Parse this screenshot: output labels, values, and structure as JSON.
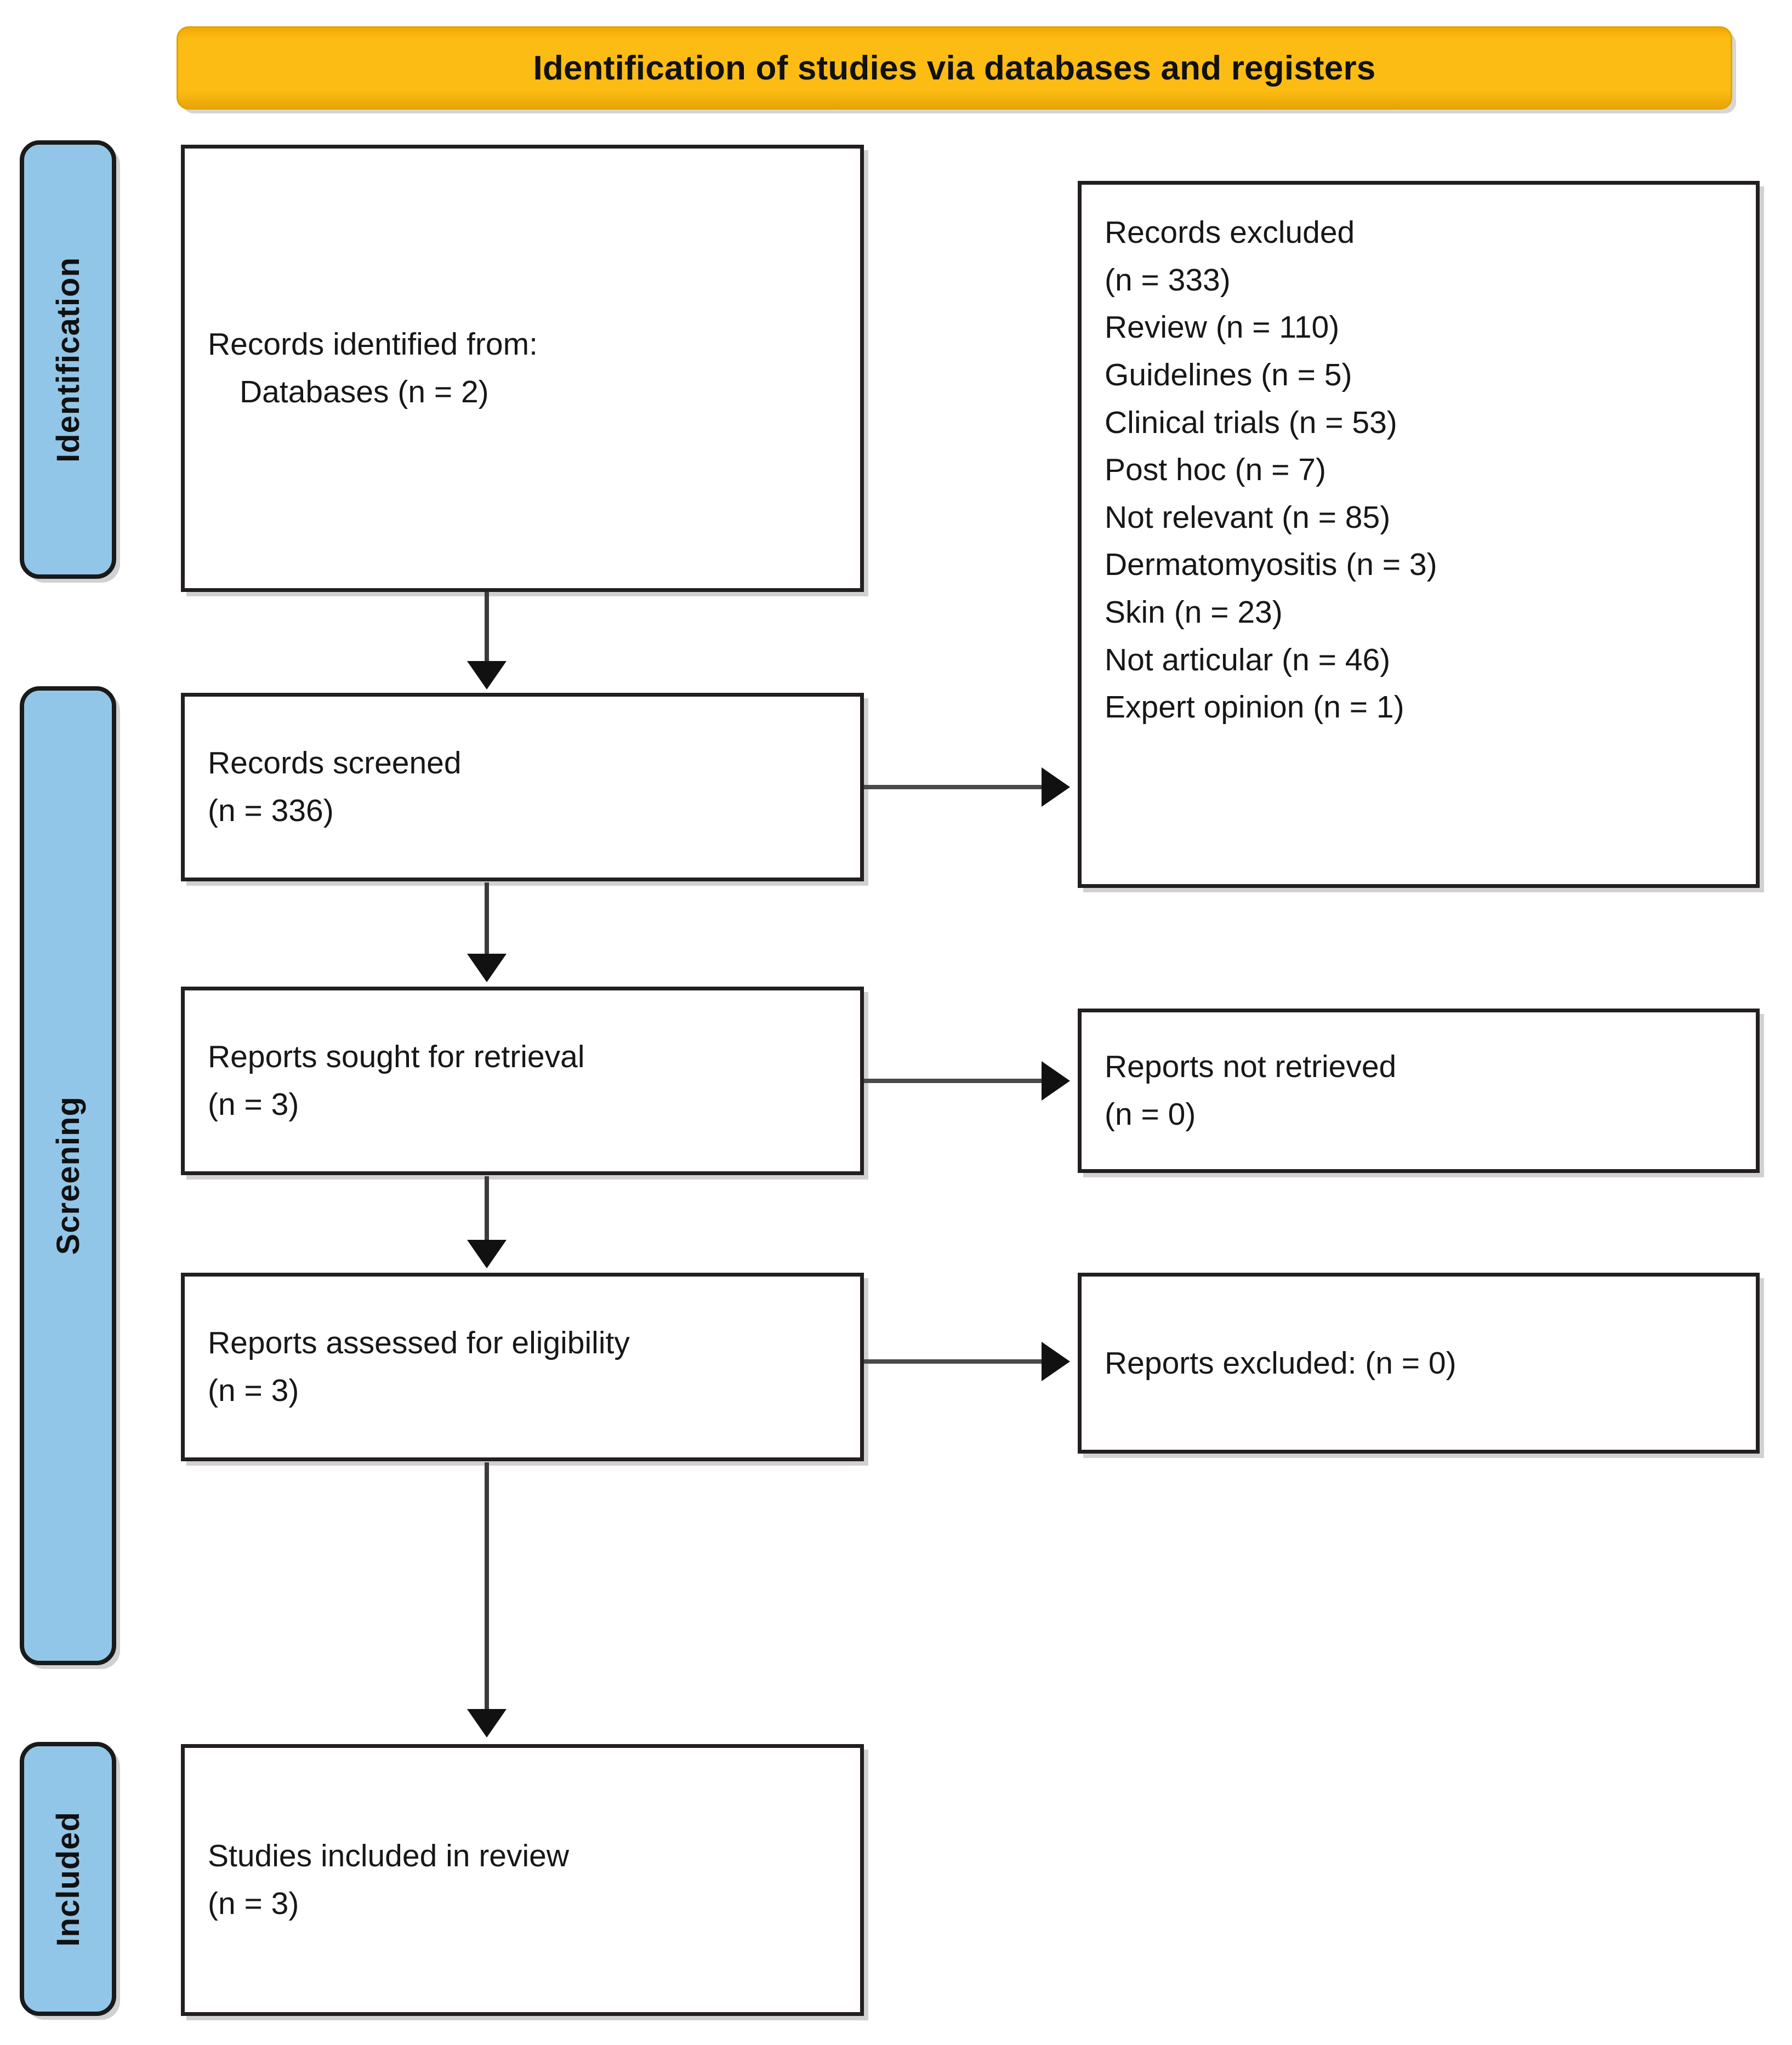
{
  "diagram": {
    "type": "prisma-flow-diagram",
    "header": {
      "title": "Identification of studies via databases and registers",
      "color": "#FBBC14"
    },
    "stages": [
      {
        "key": "identification",
        "label": "Identification",
        "color": "#92C6E8"
      },
      {
        "key": "screening",
        "label": "Screening",
        "color": "#92C6E8"
      },
      {
        "key": "included",
        "label": "Included",
        "color": "#92C6E8"
      }
    ],
    "boxes": {
      "records_identified": {
        "line1": "Records identified from:",
        "line2": "Databases (n = 2)"
      },
      "records_excluded": {
        "line1": "Records excluded",
        "line2": "(n = 333)",
        "reasons": [
          "Review (n = 110)",
          "Guidelines (n = 5)",
          "Clinical trials (n = 53)",
          "Post hoc (n = 7)",
          "Not relevant (n = 85)",
          "Dermatomyositis (n = 3)",
          "Skin (n = 23)",
          "Not articular (n = 46)",
          "Expert opinion (n = 1)"
        ]
      },
      "records_screened": {
        "line1": "Records screened",
        "line2": "(n = 336)"
      },
      "reports_sought": {
        "line1": "Reports sought for retrieval",
        "line2": "(n = 3)"
      },
      "reports_not_retrieved": {
        "line1": "Reports not retrieved",
        "line2": "(n = 0)"
      },
      "reports_assessed": {
        "line1": "Reports assessed for eligibility",
        "line2": "(n = 3)"
      },
      "reports_excluded": {
        "line1": "Reports excluded: (n = 0)"
      },
      "studies_included": {
        "line1": "Studies included in review",
        "line2": "(n = 3)"
      }
    }
  }
}
